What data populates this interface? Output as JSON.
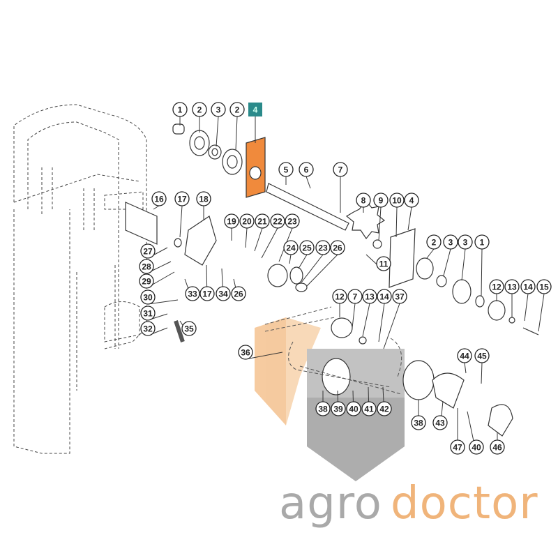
{
  "diagram": {
    "highlighted_part": "4",
    "highlight_color": "#f08a3c",
    "highlight_badge_color": "#2a8a8a",
    "callouts": [
      "1",
      "2",
      "3",
      "2",
      "4",
      "5",
      "6",
      "7",
      "16",
      "17",
      "18",
      "8",
      "9",
      "10",
      "4",
      "19",
      "20",
      "21",
      "22",
      "23",
      "2",
      "3",
      "3",
      "1",
      "24",
      "25",
      "23",
      "26",
      "11",
      "27",
      "28",
      "29",
      "30",
      "31",
      "32",
      "33",
      "17",
      "34",
      "26",
      "35",
      "12",
      "7",
      "13",
      "14",
      "37",
      "12",
      "13",
      "14",
      "15",
      "36",
      "44",
      "45",
      "38",
      "39",
      "40",
      "41",
      "42",
      "38",
      "43",
      "47",
      "40",
      "46"
    ]
  },
  "watermark": {
    "brand_line1": "agro",
    "brand_line2": "doctor",
    "logo_color": "#f0a860",
    "hex_color": "#8a8a8a"
  }
}
